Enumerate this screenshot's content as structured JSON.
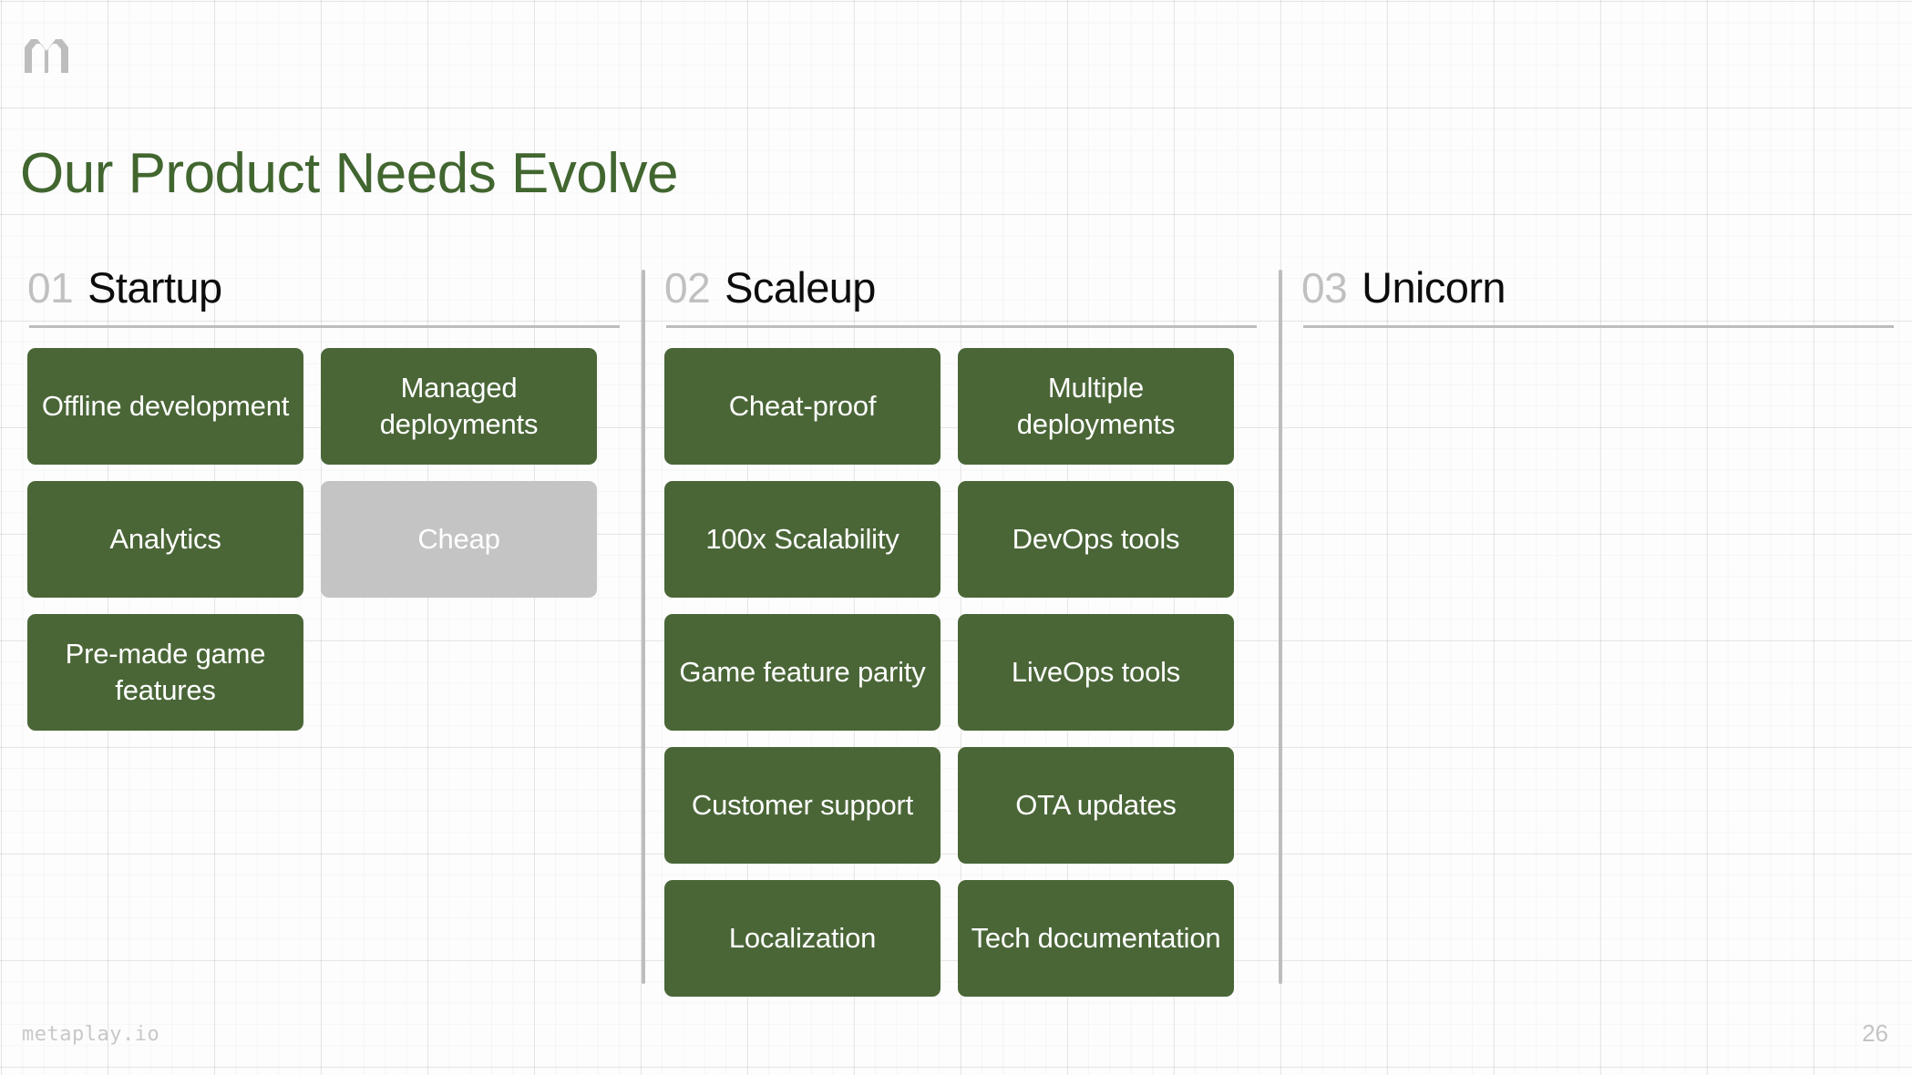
{
  "slide": {
    "logo_icon": "metaplay-m-logo-icon",
    "title": "Our Product Needs Evolve",
    "accent_green": "#4a6637",
    "title_green": "#41662f",
    "muted_gray": "#c4c4c4"
  },
  "columns": [
    {
      "number": "01",
      "name": "Startup",
      "cards": [
        {
          "label": "Offline development",
          "state": "active"
        },
        {
          "label": "Managed deployments",
          "state": "active"
        },
        {
          "label": "Analytics",
          "state": "active"
        },
        {
          "label": "Cheap",
          "state": "muted"
        },
        {
          "label": "Pre-made game features",
          "state": "active"
        }
      ]
    },
    {
      "number": "02",
      "name": "Scaleup",
      "cards": [
        {
          "label": "Cheat-proof",
          "state": "active"
        },
        {
          "label": "Multiple deployments",
          "state": "active"
        },
        {
          "label": "100x Scalability",
          "state": "active"
        },
        {
          "label": "DevOps tools",
          "state": "active"
        },
        {
          "label": "Game feature parity",
          "state": "active"
        },
        {
          "label": "LiveOps tools",
          "state": "active"
        },
        {
          "label": "Customer support",
          "state": "active"
        },
        {
          "label": "OTA updates",
          "state": "active"
        },
        {
          "label": "Localization",
          "state": "active"
        },
        {
          "label": "Tech documentation",
          "state": "active"
        }
      ]
    },
    {
      "number": "03",
      "name": "Unicorn",
      "cards": []
    }
  ],
  "footer": {
    "brand": "metaplay.io",
    "page_number": "26"
  }
}
